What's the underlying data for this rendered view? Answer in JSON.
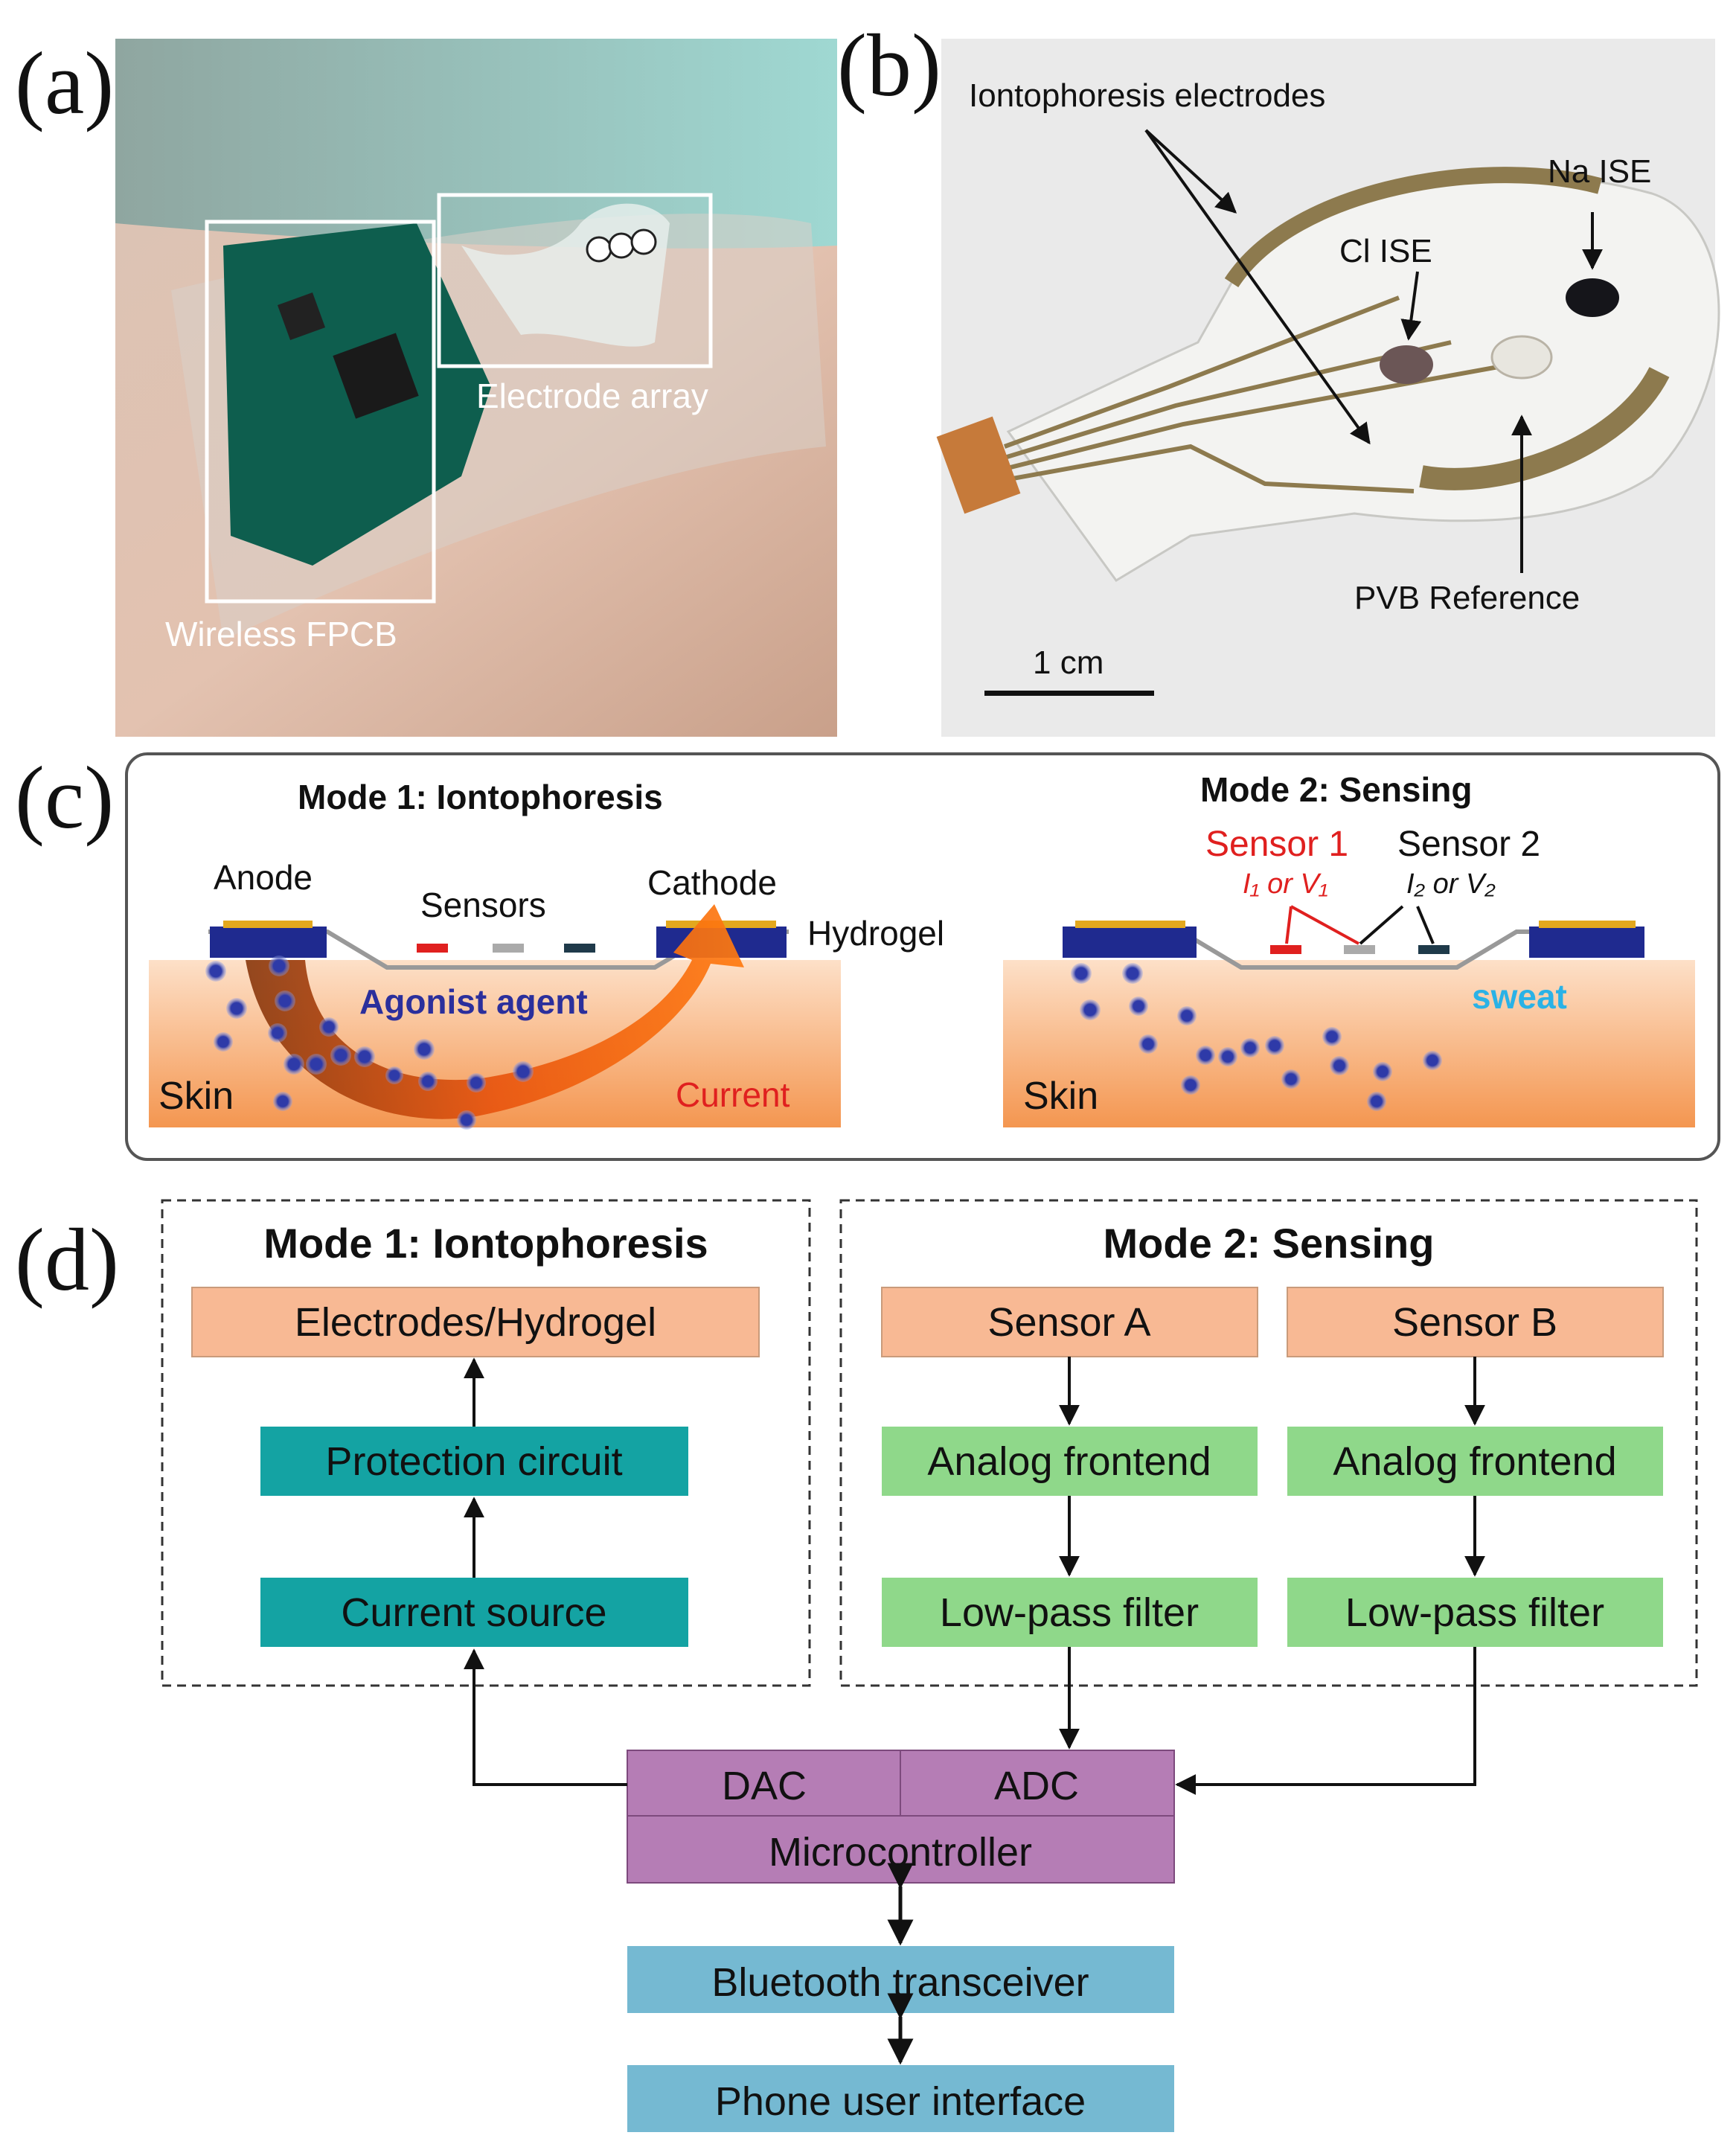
{
  "panels": {
    "a": {
      "label": "(a)",
      "wireless_label": "Wireless FPCB",
      "electrode_label": "Electrode array"
    },
    "b": {
      "label": "(b)",
      "iontophoresis_label": "Iontophoresis electrodes",
      "na_label": "Na ISE",
      "cl_label": "Cl ISE",
      "pvb_label": "PVB Reference",
      "scale_label": "1 cm"
    },
    "c": {
      "label": "(c)",
      "mode1": {
        "title": "Mode 1: Iontophoresis",
        "anode": "Anode",
        "sensors": "Sensors",
        "cathode": "Cathode",
        "hydrogel": "Hydrogel",
        "agonist": "Agonist agent",
        "skin": "Skin",
        "current": "Current"
      },
      "mode2": {
        "title": "Mode 2: Sensing",
        "sensor1": "Sensor 1",
        "sensor1_sub": "I₁ or V₁",
        "sensor2": "Sensor 2",
        "sensor2_sub": "I₂ or V₂",
        "sweat": "sweat",
        "skin": "Skin"
      }
    },
    "d": {
      "label": "(d)",
      "mode1_title": "Mode 1: Iontophoresis",
      "mode2_title": "Mode 2: Sensing",
      "electrodes": "Electrodes/Hydrogel",
      "protection": "Protection circuit",
      "current_source": "Current source",
      "sensor_a": "Sensor A",
      "sensor_b": "Sensor B",
      "afe_a": "Analog frontend",
      "afe_b": "Analog frontend",
      "lpf_a": "Low-pass filter",
      "lpf_b": "Low-pass filter",
      "dac": "DAC",
      "adc": "ADC",
      "mcu": "Microcontroller",
      "bluetooth": "Bluetooth transceiver",
      "phone": "Phone user interface"
    }
  },
  "colors": {
    "orange_box": "#f8b994",
    "teal_box": "#14a3a3",
    "green_box": "#8fd88a",
    "purple_box": "#b57db5",
    "blue_box": "#75b9d2",
    "skin_top": "#fbd3b4",
    "skin_bottom": "#f39a55",
    "electrode_blue": "#1f2a8f",
    "electrode_gold": "#e3a81e",
    "sensor_red": "#e0201f",
    "sweat_blue": "#2ab2e6"
  }
}
